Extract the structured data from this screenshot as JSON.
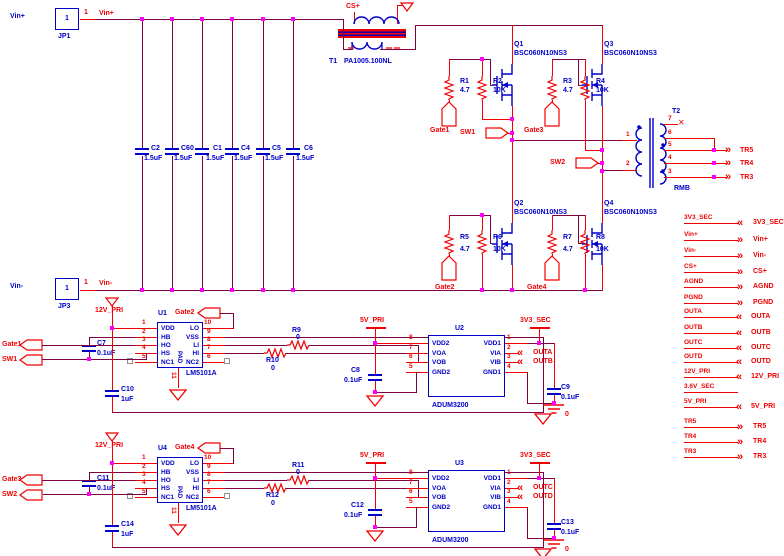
{
  "connectors": {
    "jp1": {
      "ref": "JP1",
      "pin_box": "1",
      "pin_num": "1",
      "ext_label": "Vin+",
      "net": "Vin+"
    },
    "jp3": {
      "ref": "JP3",
      "pin_box": "1",
      "pin_num": "1",
      "ext_label": "Vin-",
      "net": "Vin-"
    }
  },
  "t1": {
    "ref": "T1",
    "part": "PA1005.100NL",
    "cs_net": "CS+"
  },
  "t2": {
    "ref": "T2",
    "part_label": "RMB",
    "pins": {
      "left": [
        "1",
        "2"
      ],
      "right": [
        "7",
        "6",
        "5",
        "4",
        "3"
      ]
    },
    "flags": {
      "tr5": "TR5",
      "tr4": "TR4",
      "tr3": "TR3"
    }
  },
  "mosfets": {
    "q1": {
      "ref": "Q1",
      "part": "BSC060N10NS3"
    },
    "q2": {
      "ref": "Q2",
      "part": "BSC060N10NS3"
    },
    "q3": {
      "ref": "Q3",
      "part": "BSC060N10NS3"
    },
    "q4": {
      "ref": "Q4",
      "part": "BSC060N10NS3"
    }
  },
  "resistors": {
    "r1": {
      "ref": "R1",
      "value": "4.7"
    },
    "r2": {
      "ref": "R2",
      "value": "10K"
    },
    "r3": {
      "ref": "R3",
      "value": "4.7"
    },
    "r4": {
      "ref": "R4",
      "value": "10K"
    },
    "r5": {
      "ref": "R5",
      "value": "4.7"
    },
    "r6": {
      "ref": "R6",
      "value": "10K"
    },
    "r7": {
      "ref": "R7",
      "value": "4.7"
    },
    "r8": {
      "ref": "R8",
      "value": "10K"
    },
    "r9": {
      "ref": "R9",
      "value": "0"
    },
    "r10": {
      "ref": "R10",
      "value": "0"
    },
    "r11": {
      "ref": "R11",
      "value": "0"
    },
    "r12": {
      "ref": "R12",
      "value": "0"
    }
  },
  "capacitors": {
    "c2": {
      "ref": "C2",
      "value": "1.5uF"
    },
    "c60": {
      "ref": "C60",
      "value": "1.5uF"
    },
    "c1": {
      "ref": "C1",
      "value": "1.5uF"
    },
    "c4": {
      "ref": "C4",
      "value": "1.5uF"
    },
    "c5": {
      "ref": "C5",
      "value": "1.5uF"
    },
    "c6": {
      "ref": "C6",
      "value": "1.5uF"
    },
    "c7": {
      "ref": "C7",
      "value": "0.1uF"
    },
    "c10": {
      "ref": "C10",
      "value": "1uF"
    },
    "c8": {
      "ref": "C8",
      "value": "0.1uF"
    },
    "c9": {
      "ref": "C9",
      "value": "0.1uF"
    },
    "c11": {
      "ref": "C11",
      "value": "0.1uF"
    },
    "c14": {
      "ref": "C14",
      "value": "1uF"
    },
    "c12": {
      "ref": "C12",
      "value": "0.1uF"
    },
    "c13": {
      "ref": "C13",
      "value": "0.1uF"
    }
  },
  "ics": {
    "u1": {
      "ref": "U1",
      "part": "LM5101A",
      "pad_name": "PAD",
      "pad_pin": "11",
      "left": [
        {
          "num": "1",
          "name": "VDD"
        },
        {
          "num": "2",
          "name": "HB"
        },
        {
          "num": "3",
          "name": "HO"
        },
        {
          "num": "4",
          "name": "HS"
        },
        {
          "num": "5",
          "name": "NC1"
        }
      ],
      "right": [
        {
          "num": "10",
          "name": "LO"
        },
        {
          "num": "9",
          "name": "VSS"
        },
        {
          "num": "8",
          "name": "LI"
        },
        {
          "num": "7",
          "name": "HI"
        },
        {
          "num": "6",
          "name": "NC2"
        }
      ]
    },
    "u4": {
      "ref": "U4",
      "part": "LM5101A",
      "pad_name": "PAD",
      "pad_pin": "11",
      "left": [
        {
          "num": "1",
          "name": "VDD"
        },
        {
          "num": "2",
          "name": "HB"
        },
        {
          "num": "3",
          "name": "HO"
        },
        {
          "num": "4",
          "name": "HS"
        },
        {
          "num": "5",
          "name": "NC1"
        }
      ],
      "right": [
        {
          "num": "10",
          "name": "LO"
        },
        {
          "num": "9",
          "name": "VSS"
        },
        {
          "num": "8",
          "name": "LI"
        },
        {
          "num": "7",
          "name": "HI"
        },
        {
          "num": "6",
          "name": "NC2"
        }
      ]
    },
    "u2": {
      "ref": "U2",
      "part": "ADUM3200",
      "left": [
        {
          "num": "8",
          "name": "VDD2"
        },
        {
          "num": "7",
          "name": "VOA"
        },
        {
          "num": "6",
          "name": "VOB"
        },
        {
          "num": "5",
          "name": "GND2"
        }
      ],
      "right": [
        {
          "num": "1",
          "name": "VDD1"
        },
        {
          "num": "2",
          "name": "VIA"
        },
        {
          "num": "3",
          "name": "VIB"
        },
        {
          "num": "4",
          "name": "GND1"
        }
      ]
    },
    "u3": {
      "ref": "U3",
      "part": "ADUM3200",
      "left": [
        {
          "num": "8",
          "name": "VDD2"
        },
        {
          "num": "7",
          "name": "VOA"
        },
        {
          "num": "6",
          "name": "VOB"
        },
        {
          "num": "5",
          "name": "GND2"
        }
      ],
      "right": [
        {
          "num": "1",
          "name": "VDD1"
        },
        {
          "num": "2",
          "name": "VIA"
        },
        {
          "num": "3",
          "name": "VIB"
        },
        {
          "num": "4",
          "name": "GND1"
        }
      ]
    }
  },
  "net_flags": {
    "gate1": "Gate1",
    "gate2": "Gate2",
    "gate3": "Gate3",
    "gate4": "Gate4",
    "sw1": "SW1",
    "sw2": "SW2",
    "v12": "12V_PRI",
    "v5": "5V_PRI",
    "v3": "3V3_SEC",
    "outa": "OUTA",
    "outb": "OUTB",
    "outc": "OUTC",
    "outd": "OUTD",
    "gnd_zero": "0"
  },
  "right_list": [
    {
      "net": "3V3_SEC",
      "dir": "in"
    },
    {
      "net": "Vin+",
      "dir": "out"
    },
    {
      "net": "Vin-",
      "dir": "out"
    },
    {
      "net": "CS+",
      "dir": "out"
    },
    {
      "net": "AGND",
      "dir": "out"
    },
    {
      "net": "PGND",
      "dir": "out"
    },
    {
      "net": "OUTA",
      "dir": "in"
    },
    {
      "net": "OUTB",
      "dir": "in"
    },
    {
      "net": "OUTC",
      "dir": "in"
    },
    {
      "net": "OUTD",
      "dir": "in"
    },
    {
      "net": "12V_PRI",
      "dir": "in"
    },
    {
      "net": "3.6V_SEC",
      "dir": "none"
    },
    {
      "net": "5V_PRI",
      "dir": "in"
    },
    {
      "net": "TR5",
      "dir": "out"
    },
    {
      "net": "TR4",
      "dir": "out"
    },
    {
      "net": "TR3",
      "dir": "out"
    }
  ],
  "icons": {
    "in": "«",
    "out": "»",
    "no_connect": "✕"
  },
  "colors": {
    "wire": "#7D0043",
    "accent": "#F00000",
    "component": "#0000C8",
    "junction": "#FF00FF"
  }
}
